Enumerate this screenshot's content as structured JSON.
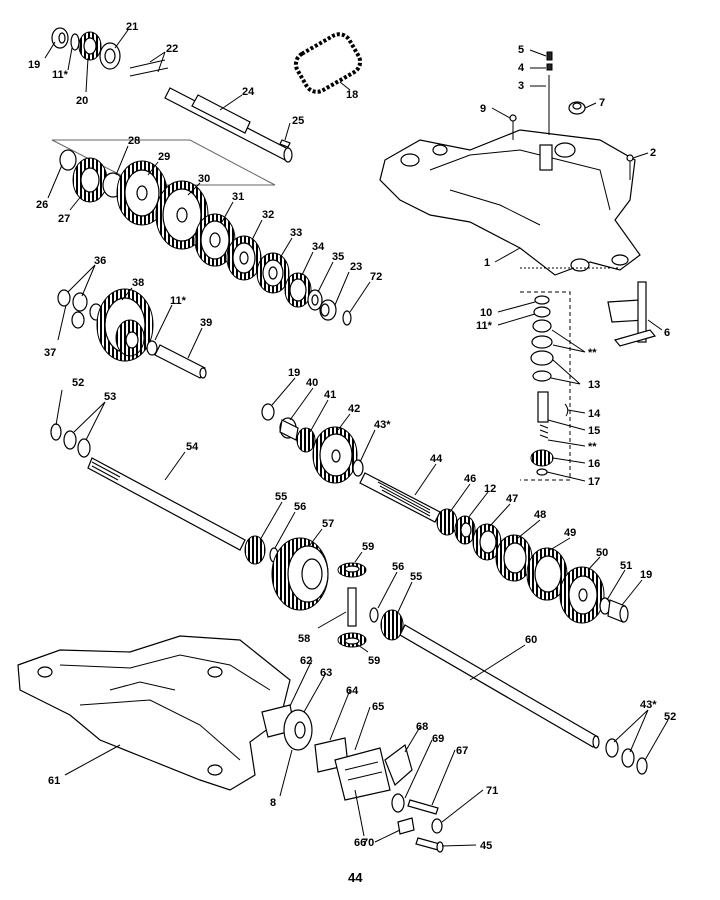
{
  "page_number": "44",
  "labels": {
    "p1": "1",
    "p2": "2",
    "p3": "3",
    "p4": "4",
    "p5": "5",
    "p6": "6",
    "p7": "7",
    "p8": "8",
    "p9": "9",
    "p10": "10",
    "p11a": "11*",
    "p11b": "11*",
    "p11c": "11*",
    "p12": "12",
    "p13": "13",
    "p14": "14",
    "p15": "15",
    "p16": "16",
    "p17": "17",
    "p18": "18",
    "p19a": "19",
    "p19b": "19",
    "p19c": "19",
    "p20": "20",
    "p21": "21",
    "p22": "22",
    "p23": "23",
    "p24": "24",
    "p25": "25",
    "p26": "26",
    "p27": "27",
    "p28": "28",
    "p29": "29",
    "p30": "30",
    "p31": "31",
    "p32": "32",
    "p33": "33",
    "p34": "34",
    "p35": "35",
    "p36": "36",
    "p37": "37",
    "p38": "38",
    "p39": "39",
    "p40": "40",
    "p41": "41",
    "p42": "42",
    "p43a": "43*",
    "p43b": "43*",
    "p44": "44",
    "p45": "45",
    "p46": "46",
    "p47": "47",
    "p48": "48",
    "p49": "49",
    "p50": "50",
    "p51": "51",
    "p52a": "52",
    "p52b": "52",
    "p53": "53",
    "p54": "54",
    "p55a": "55",
    "p55b": "55",
    "p56a": "56",
    "p56b": "56",
    "p57": "57",
    "p58": "58",
    "p59a": "59",
    "p59b": "59",
    "p60": "60",
    "p61": "61",
    "p62": "62",
    "p63": "63",
    "p64": "64",
    "p65": "65",
    "p66": "66",
    "p67": "67",
    "p68": "68",
    "p69": "69",
    "p70": "70",
    "p71": "71",
    "p72": "72",
    "pdd1": "**",
    "pdd2": "**"
  }
}
